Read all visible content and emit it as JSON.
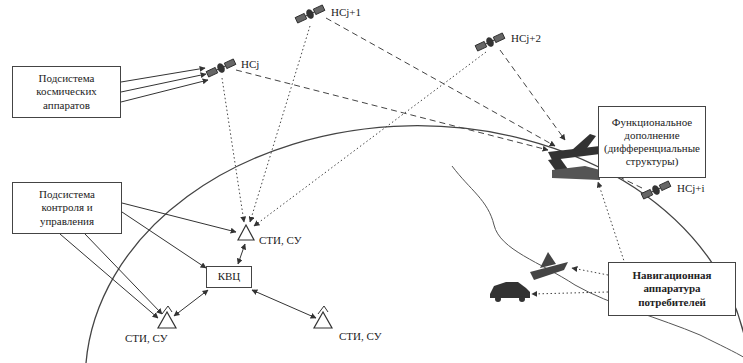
{
  "diagram": {
    "nodes": [
      {
        "text": [
          "Подсистема космических аппаратов"
        ]
      },
      {
        "text": [
          "Функциональное дополнение (дифференциальные структуры)"
        ]
      },
      {
        "text": [
          "Подсистема контроля и управления"
        ]
      },
      {
        "text": [
          "КВЦ"
        ]
      },
      {
        "text": [
          "Навигационная аппаратура потребителей"
        ]
      }
    ],
    "labels": [
      "НСj",
      "НСj+1",
      "НСj+2",
      "НСj+i",
      "СТИ, СУ",
      "СТИ, СУ",
      "СТИ, СУ"
    ]
  }
}
